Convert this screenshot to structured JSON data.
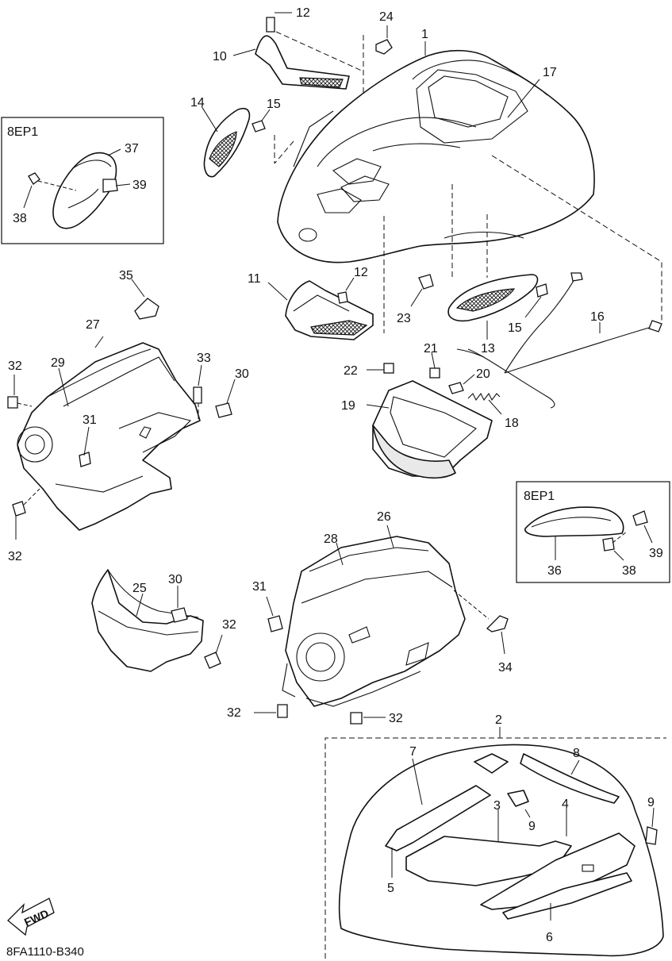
{
  "diagram_code": "8FA1110-B340",
  "fwd_label": "FWD",
  "inset_top_left": {
    "label": "8EP1",
    "parts": [
      "37",
      "38",
      "39"
    ]
  },
  "inset_right": {
    "label": "8EP1",
    "parts": [
      "36",
      "38",
      "39"
    ]
  },
  "callouts": {
    "p1": "1",
    "p2": "2",
    "p3": "3",
    "p4": "4",
    "p5": "5",
    "p6": "6",
    "p7": "7",
    "p8": "8",
    "p9a": "9",
    "p9b": "9",
    "p10": "10",
    "p11": "11",
    "p12a": "12",
    "p12b": "12",
    "p13": "13",
    "p14": "14",
    "p15a": "15",
    "p15b": "15",
    "p16": "16",
    "p17": "17",
    "p18": "18",
    "p19": "19",
    "p20": "20",
    "p21": "21",
    "p22": "22",
    "p23": "23",
    "p24": "24",
    "p25": "25",
    "p26": "26",
    "p27": "27",
    "p28": "28",
    "p29": "29",
    "p30a": "30",
    "p30b": "30",
    "p31a": "31",
    "p31b": "31",
    "p32a": "32",
    "p32b": "32",
    "p32c": "32",
    "p32d": "32",
    "p32e": "32",
    "p33": "33",
    "p34": "34",
    "p35": "35",
    "p36": "36",
    "p37": "37",
    "p38a": "38",
    "p38b": "38",
    "p39a": "39",
    "p39b": "39"
  }
}
